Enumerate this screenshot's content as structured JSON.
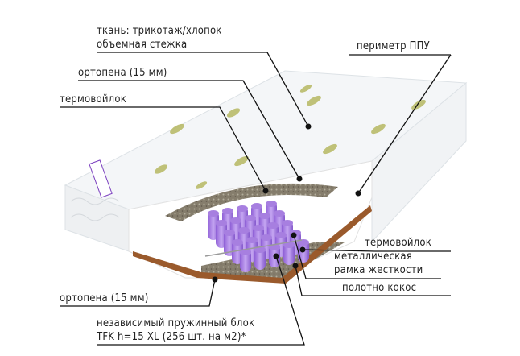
{
  "title": "Mattress layers diagram",
  "labels": {
    "fabric_line1": "ткань: трикотаж/хлопок",
    "fabric_line2": "объемная стежка",
    "perimeter": "периметр ППУ",
    "ortho_top": "ортопена (15 мм)",
    "felt_top": "термовойлок",
    "felt_bottom": "термовойлок",
    "frame_line1": "металлическая",
    "frame_line2": "рамка жесткости",
    "coconut": "полотно кокос",
    "ortho_bottom": "ортопена (15 мм)",
    "spring_line1": "независимый пружинный блок",
    "spring_line2": "TFK h=15 XL (256 шт. на м2)*"
  },
  "colors": {
    "spring": "#a77fe0",
    "spring_dark": "#7c4fc4",
    "felt": "#8a8272",
    "coconut": "#9a5a2c",
    "leaf": "#b6b862",
    "leader": "#111111"
  }
}
